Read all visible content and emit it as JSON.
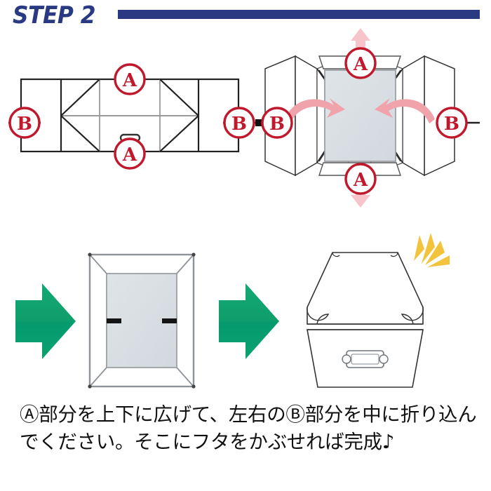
{
  "header": {
    "step_label": "STEP 2",
    "rule_color": "#2a3a82"
  },
  "caption": {
    "text": "Ⓐ部分を上下に広げて、左右のⒷ部分を中に折り込んでください。そこにフタをかぶせれば完成♪"
  },
  "markers": {
    "a": "A",
    "b": "B",
    "color": "#c0182d"
  },
  "colors": {
    "marker_red": "#c0182d",
    "arrow_green_light": "#0fa46a",
    "arrow_green_dark": "#089a6a",
    "arrow_pink": "#f0a3ab",
    "arrow_pink_light": "#f6c4ca",
    "panel_fill": "#d8dee2",
    "line_dark": "#1a1a1a",
    "line_grey": "#8a8a8a",
    "sparkle_yellow": "#f2c43d",
    "navy": "#2a3a82"
  },
  "diagrams": {
    "flat_layout": {
      "name": "flat-unfolded-box-template",
      "markers": [
        {
          "label": "B",
          "position": "left"
        },
        {
          "label": "A",
          "position": "top-center"
        },
        {
          "label": "A",
          "position": "bottom-center"
        },
        {
          "label": "B",
          "position": "right"
        }
      ],
      "features": [
        "handle-slot-oval",
        "diagonal-fold-lines",
        "center-fold-line"
      ]
    },
    "opened_box": {
      "name": "opened-box-3d",
      "markers": [
        {
          "label": "A",
          "position": "top"
        },
        {
          "label": "A",
          "position": "bottom"
        },
        {
          "label": "B",
          "position": "left"
        },
        {
          "label": "B",
          "position": "right"
        }
      ],
      "arrows": [
        {
          "direction": "up",
          "style": "straight",
          "color": "#f6c4ca"
        },
        {
          "direction": "down",
          "style": "straight",
          "color": "#f6c4ca"
        },
        {
          "direction": "inward-right",
          "style": "curved",
          "color": "#f0a3ab"
        },
        {
          "direction": "inward-left",
          "style": "curved",
          "color": "#f0a3ab"
        }
      ]
    },
    "assembled_top_view": {
      "name": "assembled-box-top-view",
      "features": [
        "tab-slot-left",
        "tab-slot-right",
        "inner-base-panel"
      ]
    },
    "finished_box": {
      "name": "finished-box-with-lid",
      "features": [
        "lid",
        "handle-plate",
        "corner-arcs",
        "sparkle"
      ]
    },
    "green_arrows": [
      {
        "name": "green-arrow-1",
        "direction": "right"
      },
      {
        "name": "green-arrow-2",
        "direction": "right"
      }
    ]
  }
}
